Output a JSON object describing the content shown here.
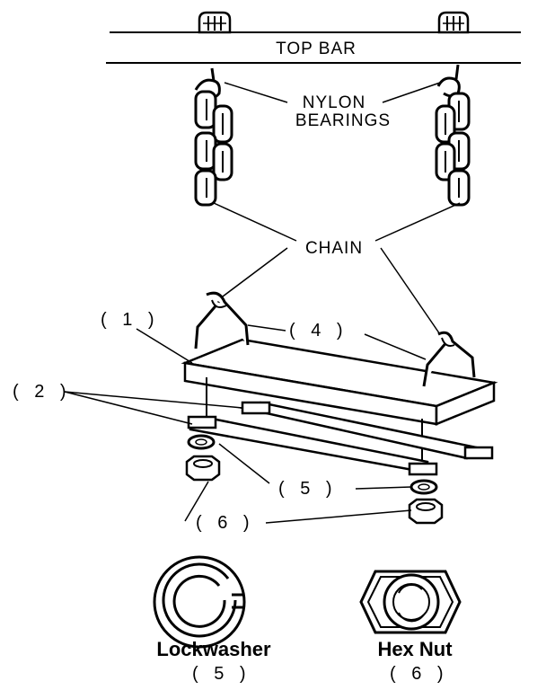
{
  "labels": {
    "top_bar": "TOP BAR",
    "nylon": "NYLON",
    "bearings": "BEARINGS",
    "chain": "CHAIN",
    "part1": "( 1 )",
    "part2": "( 2 )",
    "part4": "( 4 )",
    "part5": "( 5 )",
    "part6": "( 6 )"
  },
  "legend": {
    "lockwasher_name": "Lockwasher",
    "lockwasher_num": "( 5 )",
    "hexnut_name": "Hex Nut",
    "hexnut_num": "( 6 )"
  }
}
